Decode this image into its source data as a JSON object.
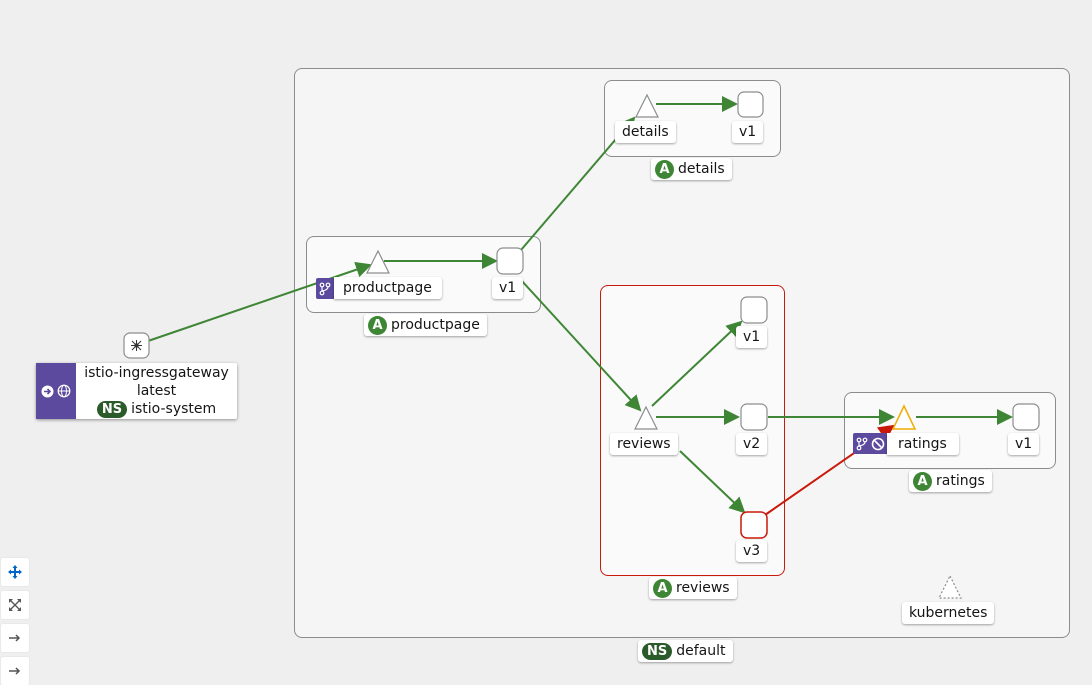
{
  "namespace_box": {
    "badge": "NS",
    "name": "default"
  },
  "gateway": {
    "name": "istio-ingressgateway",
    "version": "latest",
    "ns_badge": "NS",
    "namespace": "istio-system"
  },
  "apps": {
    "details": {
      "service": "details",
      "version": "v1",
      "app_badge": "A",
      "app": "details"
    },
    "productpage": {
      "service": "productpage",
      "version": "v1",
      "app_badge": "A",
      "app": "productpage"
    },
    "reviews": {
      "service": "reviews",
      "versions": [
        "v1",
        "v2",
        "v3"
      ],
      "app_badge": "A",
      "app": "reviews"
    },
    "ratings": {
      "service": "ratings",
      "version": "v1",
      "app_badge": "A",
      "app": "ratings"
    }
  },
  "kubernetes": {
    "label": "kubernetes"
  },
  "colors": {
    "healthy_edge": "#3e8635",
    "error_edge": "#c9190b",
    "warning_node": "#f0ab00",
    "badge_purple": "#5b4a9e",
    "app_badge": "#3e8635"
  },
  "toolbar": {
    "icons": [
      "move-icon",
      "fit-icon",
      "arrow-right-icon",
      "arrow-right-icon"
    ]
  }
}
